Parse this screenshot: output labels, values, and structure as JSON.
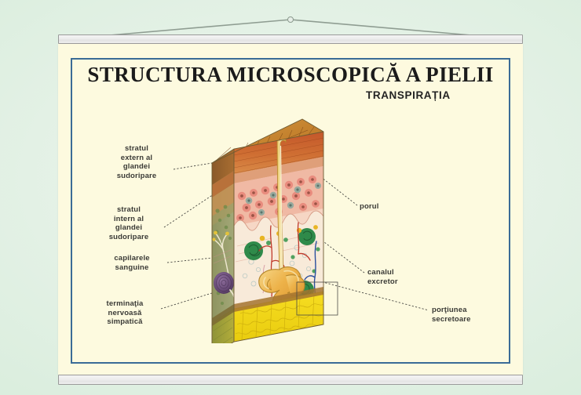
{
  "document": {
    "title": "STRUCTURA MICROSCOPICĂ A PIELII",
    "subtitle": "TRANSPIRAȚIA",
    "kind": "wall-chart"
  },
  "colors": {
    "background": "#e3f1e5",
    "sheet": "#fdfadf",
    "border": "#3a6b96",
    "rail": "#ededed",
    "title_text": "#1b1b1b",
    "label_text": "#3a3a36",
    "epidermis_surface": "#c98a3e",
    "epidermis_horny": "#c4622f",
    "dermis": "#f0bda8",
    "side_face": "#9aa06a",
    "hypodermis_fat": "#f3d71a",
    "sweat_gland": "#e8a93a",
    "corpuscle": "#6b4f7a",
    "capillary_red": "#c0392b",
    "capillary_blue": "#2b4f9e",
    "nerve": "#e8e4d2"
  },
  "labels": {
    "left": [
      {
        "id": "stratul-extern",
        "lines": [
          "stratul",
          "extern al",
          "glandei",
          "sudoripare"
        ]
      },
      {
        "id": "stratul-intern",
        "lines": [
          "stratul",
          "intern al",
          "glandei",
          "sudoripare"
        ]
      },
      {
        "id": "capilarele-sanguine",
        "lines": [
          "capilarele",
          "sanguine"
        ]
      },
      {
        "id": "terminatia-nervoasa",
        "lines": [
          "terminaţia",
          "nervoasă",
          "simpatică"
        ]
      }
    ],
    "right": [
      {
        "id": "porul",
        "lines": [
          "porul"
        ]
      },
      {
        "id": "canalul-excretor",
        "lines": [
          "canalul",
          "excretor"
        ]
      },
      {
        "id": "portiunea-secretoare",
        "lines": [
          "porţiunea",
          "secretoare"
        ]
      }
    ]
  },
  "illustration": {
    "name": "skin-cross-section-block",
    "layers": [
      "epidermis",
      "dermis",
      "hypodermis"
    ],
    "features": [
      "sweat-pore",
      "excretory-duct",
      "secretory-coil",
      "blood-capillaries",
      "pacinian-corpuscle",
      "sympathetic-nerve-ending"
    ]
  }
}
